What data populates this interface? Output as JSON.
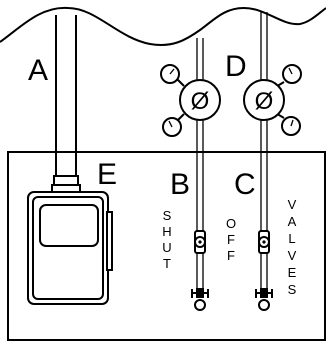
{
  "labels": {
    "a": "A",
    "b": "B",
    "c": "C",
    "d": "D",
    "e": "E"
  },
  "caption": {
    "word_shut": [
      "S",
      "H",
      "U",
      "T"
    ],
    "word_off": [
      "O",
      "F",
      "F"
    ],
    "word_valves": [
      "V",
      "A",
      "L",
      "V",
      "E",
      "S"
    ]
  },
  "regulator_symbol": "Ø"
}
